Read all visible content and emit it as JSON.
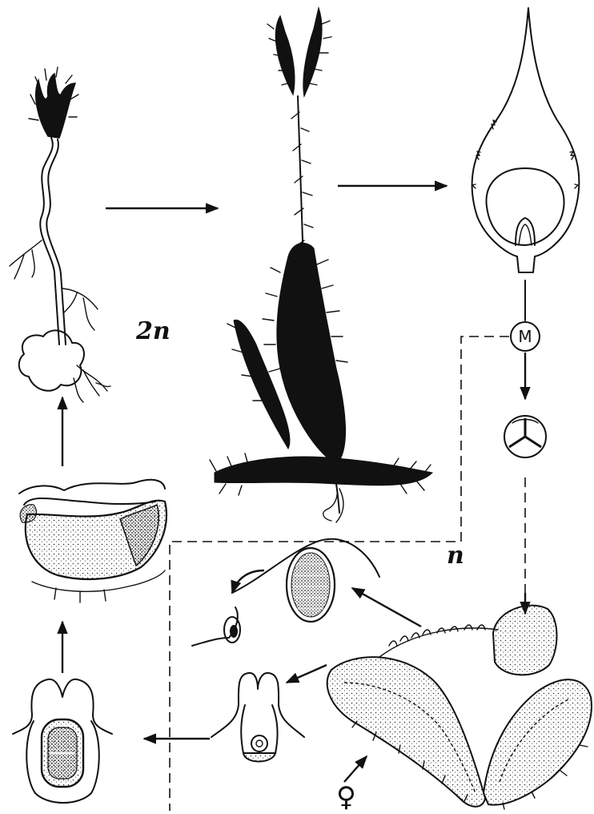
{
  "labels": {
    "diploid": "2n",
    "haploid": "n",
    "meiosis": "M",
    "female_symbol": "♀"
  },
  "colors": {
    "ink": "#111111",
    "paper": "#ffffff"
  },
  "icons": [
    "young-sporophyte-icon",
    "mature-sporophyte-icon",
    "sporophyll-with-sporangium-icon",
    "meiosis-circle-icon",
    "spore-tetrad-icon",
    "gametophyte-icon",
    "antheridium-icon",
    "sperm-icon",
    "archegonium-with-egg-icon",
    "embryo-in-archegonium-icon",
    "embryo-on-gametophyte-icon"
  ]
}
